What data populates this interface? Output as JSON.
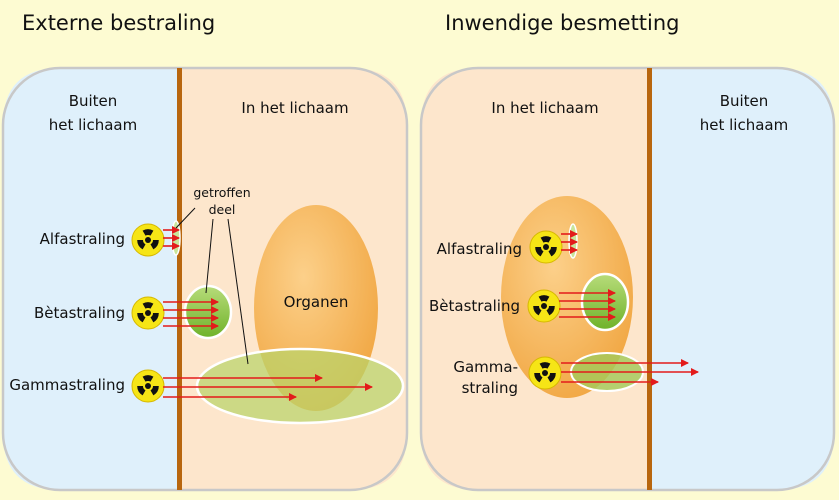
{
  "panels": {
    "external": {
      "title": "Externe bestraling",
      "outside_label": [
        "Buiten",
        "het lichaam"
      ],
      "inside_label": "In het lichaam",
      "affected_label": [
        "getroffen",
        "deel"
      ],
      "organ_label": "Organen",
      "radiation": [
        "Alfastraling",
        "Bètastraling",
        "Gammastraling"
      ]
    },
    "internal": {
      "title": "Inwendige besmetting",
      "inside_label": "In het lichaam",
      "outside_label": [
        "Buiten",
        "het lichaam"
      ],
      "radiation": [
        "Alfastraling",
        "Bètastraling",
        "Gamma-",
        "straling"
      ]
    }
  },
  "colors": {
    "background": "#fdfbd2",
    "outside": "#dff0fb",
    "inside": "#fde6cc",
    "skin": "#b8660e",
    "organ": "#f6b155",
    "affected": "#8ac43f",
    "arrow": "#e31b1b",
    "hazard": "#f6e516"
  },
  "icons": [
    "radiation-hazard-icon"
  ]
}
